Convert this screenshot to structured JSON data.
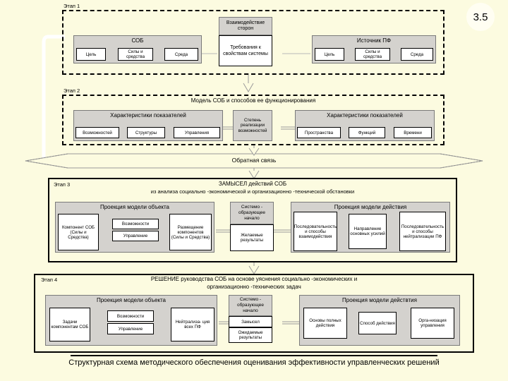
{
  "page": {
    "marker": "3.5",
    "caption": "Структурная схема методического обеспечения оценивания эффективности управленческих решений",
    "bg_color": "#FCFBE0",
    "box_fill": "#D4D2CE",
    "white_fill": "#FFFFFF",
    "line_color": "#000000"
  },
  "stage1": {
    "label": "Этап 1",
    "sob": {
      "title": "СОБ",
      "items": [
        "Цель",
        "Силы и средства",
        "Среда"
      ]
    },
    "interaction": {
      "header": "Взаимодействие сторон",
      "body": "Требования к свойствам системы"
    },
    "source": {
      "title": "Источник ПФ",
      "items": [
        "Цель",
        "Силы и средства",
        "Среда"
      ]
    }
  },
  "stage2": {
    "label": "Этап 2",
    "title": "Модель СОБ и способов ее функционирования",
    "left": {
      "title": "Характеристики показателей",
      "items": [
        "Возможностей",
        "Структуры",
        "Управления"
      ]
    },
    "center": "Степень реализации возможностей",
    "right": {
      "title": "Характеристики показателей",
      "items": [
        "Пространства",
        "Функций",
        "Времени"
      ]
    }
  },
  "feedback": {
    "label": "Обратная связь"
  },
  "stage3": {
    "label": "Этап 3",
    "title_line1": "ЗАМЫСЕЛ действий СОБ",
    "title_line2": "из анализа социально        -экономической и организационно        -технической обстановки",
    "object": {
      "title": "Проекция модели объекта",
      "left": "Компонент СОБ (Силы и Средства)",
      "mid_top": "Возможности",
      "mid_bottom": "Управление",
      "right": "Размещение компонентов (Силы и Средства)"
    },
    "core": {
      "header": "Системо - образующее начало",
      "body": "Желаемые результаты"
    },
    "action": {
      "title": "Проекция модели действия",
      "left": "Последовательность и способы взаимодействия",
      "mid": "Направление основных усилий",
      "right": "Последовательность и способы нейтрализации ПФ"
    }
  },
  "stage4": {
    "label": "Этап 4",
    "title_line1": "РЕШЕНИЕ руководства СОБ на основе уяснения социально          -экономических и",
    "title_line2": "организационно        -технических задач",
    "object": {
      "title": "Проекция модели объекта",
      "left": "Задачи компонентам СОБ",
      "mid_top": "Возможности",
      "mid_bottom": "Управление",
      "right": "Нейтрализа- ция всех ПФ"
    },
    "core": {
      "header": "Системо - образующее начало",
      "body_top": "Замысел",
      "body_bottom": "Ожидаемые результаты"
    },
    "action": {
      "title": "Проекция модели действтия",
      "left": "Основы полных действия",
      "mid": "Способ действия",
      "right": "Орга-низация управления"
    }
  }
}
